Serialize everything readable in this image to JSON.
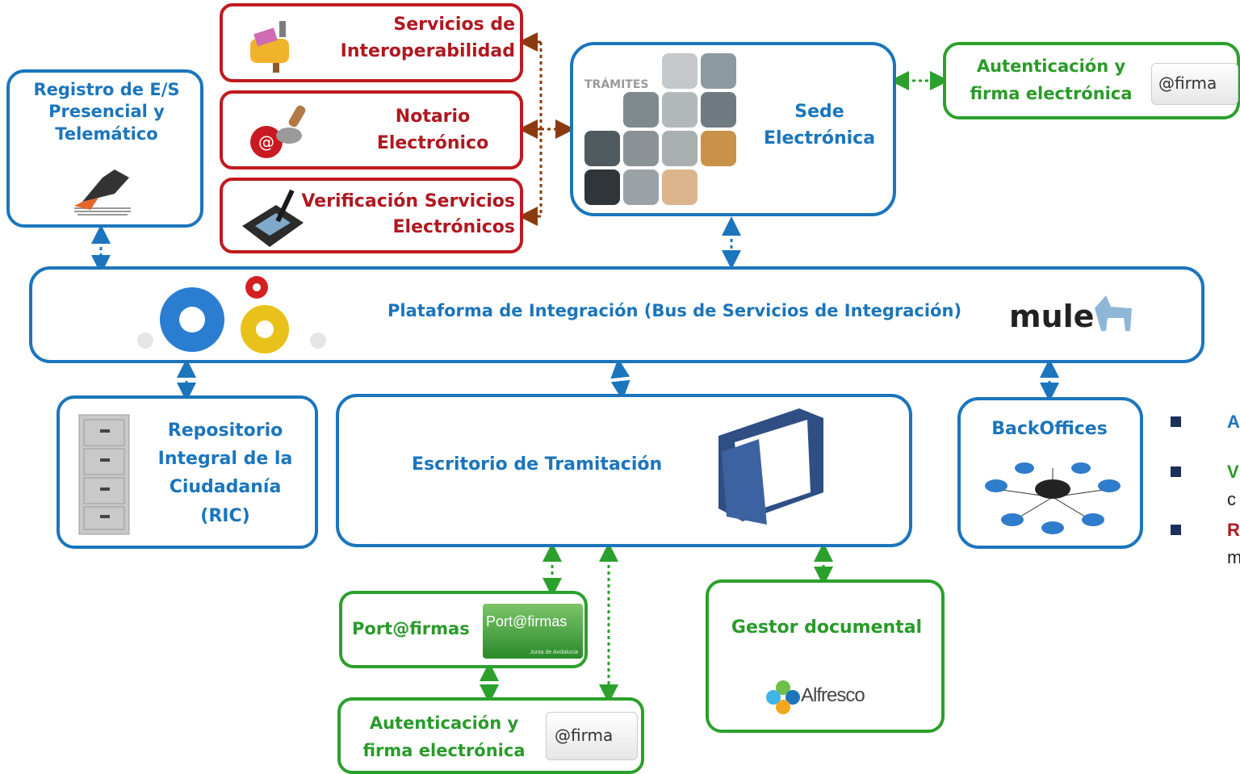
{
  "nodes": {
    "registro": {
      "label": "Registro de E/S Presencial y Telemático"
    },
    "interop": {
      "label": "Servicios de Interoperabilidad"
    },
    "notario": {
      "label": "Notario Electrónico"
    },
    "verificacion": {
      "label": "Verificación Servicios Electrónicos"
    },
    "sede": {
      "label": "Sede Electrónica",
      "image_text": "TRÁMITES"
    },
    "auth_top": {
      "label": "Autenticación y firma electrónica",
      "logo_text": "@firma"
    },
    "plataforma": {
      "label": "Plataforma de Integración (Bus de Servicios de Integración)",
      "logo_text": "mule"
    },
    "repositorio": {
      "label": "Repositorio Integral de la Ciudadanía (RIC)"
    },
    "escritorio": {
      "label": "Escritorio de Tramitación"
    },
    "backoffices": {
      "label": "BackOffices"
    },
    "portafirmas": {
      "label": "Port@firmas",
      "logo_text": "Port@firmas",
      "logo_subtext": "Junta de Andalucía"
    },
    "gestor": {
      "label": "Gestor documental",
      "logo_text": "Alfresco"
    },
    "auth_bottom": {
      "label": "Autenticación y firma electrónica",
      "logo_text": "@firma"
    }
  },
  "legend": [
    {
      "text": "A",
      "color": "#1b75bc",
      "subtext": ""
    },
    {
      "text": "V",
      "color": "#2a9a2a",
      "subtext": "c"
    },
    {
      "text": "R",
      "color": "#b01820",
      "subtext": "m"
    }
  ],
  "colors": {
    "blue": "#1b75bc",
    "red": "#c0191f",
    "green": "#2ca02c",
    "connector_brown": "#8b3a0f"
  }
}
